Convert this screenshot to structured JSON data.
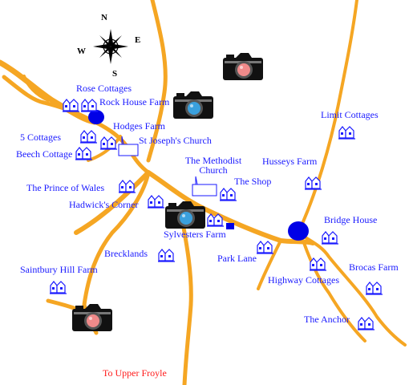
{
  "map": {
    "compass": {
      "north": "N",
      "east": "E",
      "south": "S",
      "west": "W"
    },
    "labels": {
      "rose_cottages": "Rose Cottages",
      "rock_house_farm": "Rock House Farm",
      "hodges_farm": "Hodges Farm",
      "five_cottages": "5 Cottages",
      "st_josephs_church": "St Joseph's Church",
      "beech_cottage": "Beech Cottage",
      "limit_cottages": "Limit Cottages",
      "methodist_church_line1": "The Methodist",
      "methodist_church_line2": "Church",
      "husseys_farm": "Husseys Farm",
      "the_shop": "The Shop",
      "prince_of_wales": "The Prince of Wales",
      "hadwicks_corner": "Hadwick's Corner",
      "bridge_house": "Bridge House",
      "sylvesters_farm": "Sylvesters Farm",
      "brecklands": "Brecklands",
      "park_lane": "Park Lane",
      "brocas_farm": "Brocas Farm",
      "saintbury_hill_farm": "Saintbury Hill Farm",
      "highway_cottages": "Highway Cottages",
      "the_anchor": "The Anchor",
      "to_upper_froyle": "To Upper Froyle"
    },
    "colors": {
      "road": "#f5a623",
      "label": "#1a1aff",
      "label_highlight": "#ff1a1a",
      "water": "#0000e6",
      "house_outline": "#1a1aff",
      "camera_body": "#111111",
      "camera_lens": "#3aa0dd",
      "camera_lens_alt": "#f08a8a"
    },
    "icons": [
      "compass-rose-icon",
      "camera-icon",
      "house-group-icon",
      "church-icon",
      "pond-icon"
    ]
  }
}
